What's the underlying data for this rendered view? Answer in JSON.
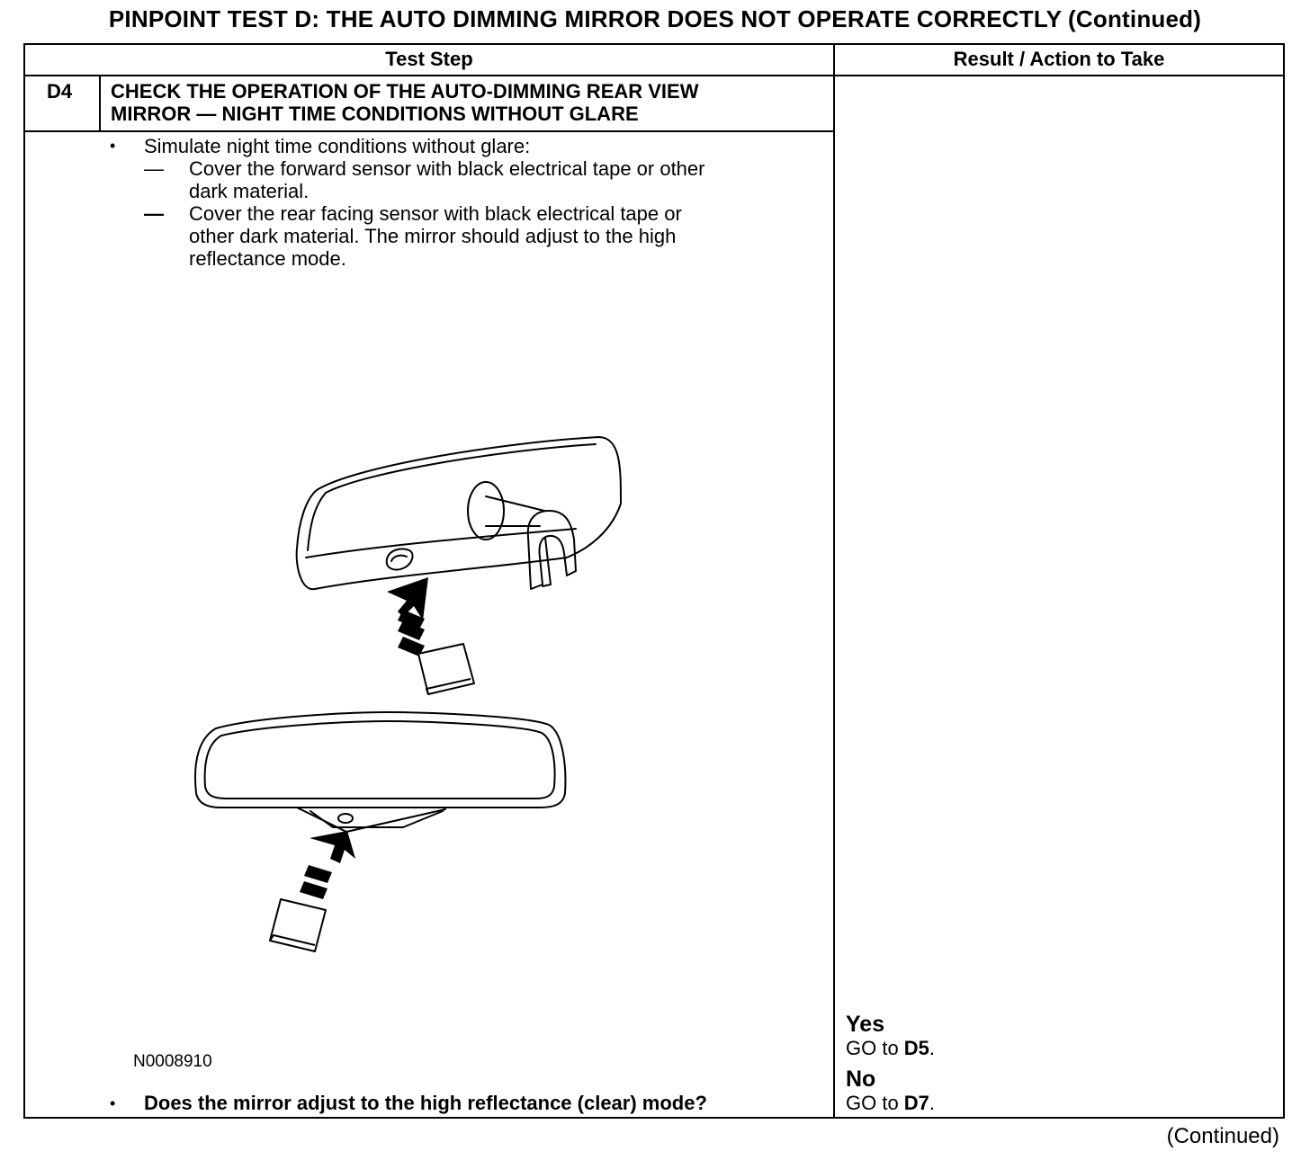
{
  "title": "PINPOINT TEST D: THE AUTO DIMMING MIRROR DOES NOT OPERATE CORRECTLY (Continued)",
  "table": {
    "headers": {
      "test_step": "Test Step",
      "result": "Result / Action to Take"
    }
  },
  "step": {
    "id": "D4",
    "title_line1": "CHECK THE OPERATION OF THE AUTO-DIMMING REAR VIEW",
    "title_line2": "MIRROR — NIGHT TIME CONDITIONS WITHOUT GLARE",
    "bullet1": "Simulate night time conditions without glare:",
    "sub1_line1": "Cover the forward sensor with black electrical tape or other",
    "sub1_line2": "dark material.",
    "sub2_line1": "Cover the rear facing sensor with black electrical tape or",
    "sub2_line2": "other dark material. The mirror should adjust to the high",
    "sub2_line3": "reflectance mode.",
    "figure_id": "N0008910",
    "question": "Does the mirror adjust to the high reflectance (clear) mode?"
  },
  "results": {
    "yes_label": "Yes",
    "yes_prefix": "GO to ",
    "yes_target": "D5",
    "no_label": "No",
    "no_prefix": "GO to ",
    "no_target": "D7",
    "period": "."
  },
  "footer": {
    "continued": "(Continued)"
  }
}
